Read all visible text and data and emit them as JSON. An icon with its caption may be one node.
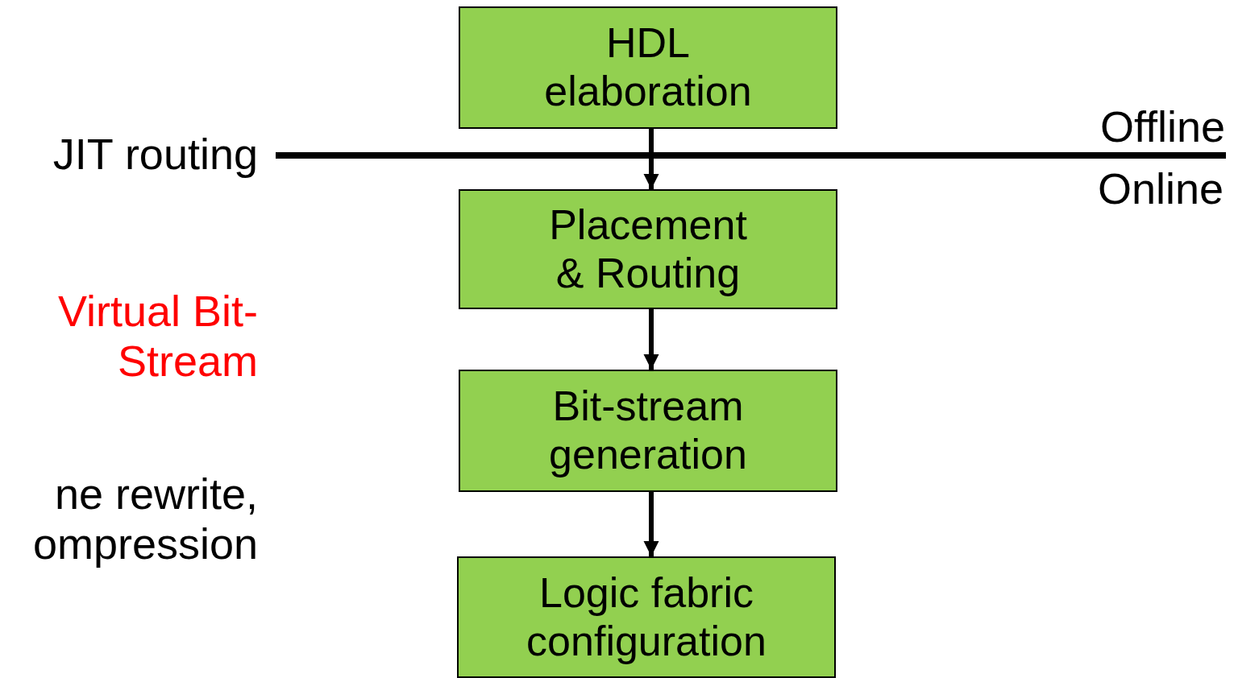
{
  "diagram": {
    "nodes": [
      {
        "text": [
          "HDL elaboration"
        ]
      },
      {
        "text": [
          "Placement & Routing"
        ]
      },
      {
        "text": [
          "Bit-stream generation"
        ]
      },
      {
        "text": [
          "Logic fabric configuration"
        ]
      }
    ],
    "edges": [
      {
        "from": 0,
        "to": 1,
        "arrow": "to"
      },
      {
        "from": 1,
        "to": 2,
        "arrow": "to"
      },
      {
        "from": 2,
        "to": 3,
        "arrow": "to"
      }
    ],
    "labels": [
      "JIT routing",
      "Offline",
      "Online",
      "Virtual Bit-Stream",
      "ne rewrite, ompression"
    ]
  }
}
